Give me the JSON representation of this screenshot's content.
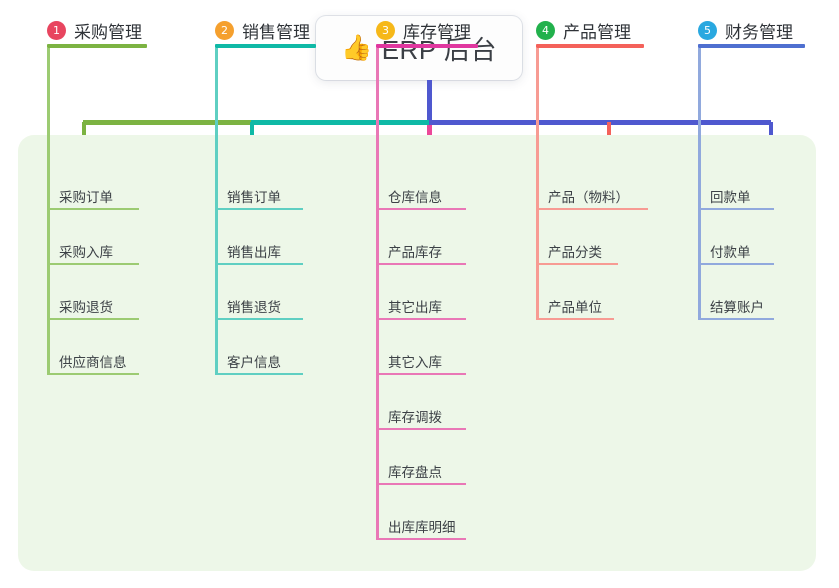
{
  "diagram": {
    "type": "tree-mindmap",
    "title": {
      "icon": "thumbs-up-icon",
      "emoji": "👍",
      "label": "ERP 后台"
    },
    "background_color": "#edf7e8",
    "page_background": "#ffffff",
    "columns": [
      {
        "number": "1",
        "label": "采购管理",
        "badge_color": "#e8455f",
        "line_color": "#7cb342",
        "leaf_line_color": "#9ccb72",
        "items": [
          "采购订单",
          "采购入库",
          "采购退货",
          "供应商信息"
        ]
      },
      {
        "number": "2",
        "label": "销售管理",
        "badge_color": "#f5a02e",
        "line_color": "#0fb9a6",
        "leaf_line_color": "#5fcfc2",
        "items": [
          "销售订单",
          "销售出库",
          "销售退货",
          "客户信息"
        ]
      },
      {
        "number": "3",
        "label": "库存管理",
        "badge_color": "#f6b819",
        "line_color": "#e0379f",
        "leaf_line_color": "#e977b6",
        "items": [
          "仓库信息",
          "产品库存",
          "其它出库",
          "其它入库",
          "库存调拨",
          "库存盘点",
          "出库库明细"
        ]
      },
      {
        "number": "4",
        "label": "产品管理",
        "badge_color": "#22b14c",
        "line_color": "#f4615a",
        "leaf_line_color": "#f79b93",
        "items": [
          "产品（物料）",
          "产品分类",
          "产品单位"
        ]
      },
      {
        "number": "5",
        "label": "财务管理",
        "badge_color": "#29a8e0",
        "line_color": "#4f6fd0",
        "leaf_line_color": "#91a9dd",
        "items": [
          "回款单",
          "付款单",
          "结算账户"
        ]
      }
    ],
    "connector": {
      "stem_top_color": "#4f58cf",
      "stem_down_color": "#ec4899",
      "bar_segment_colors": [
        "#7cb342",
        "#0fb9a6",
        "#4f58cf"
      ]
    }
  }
}
